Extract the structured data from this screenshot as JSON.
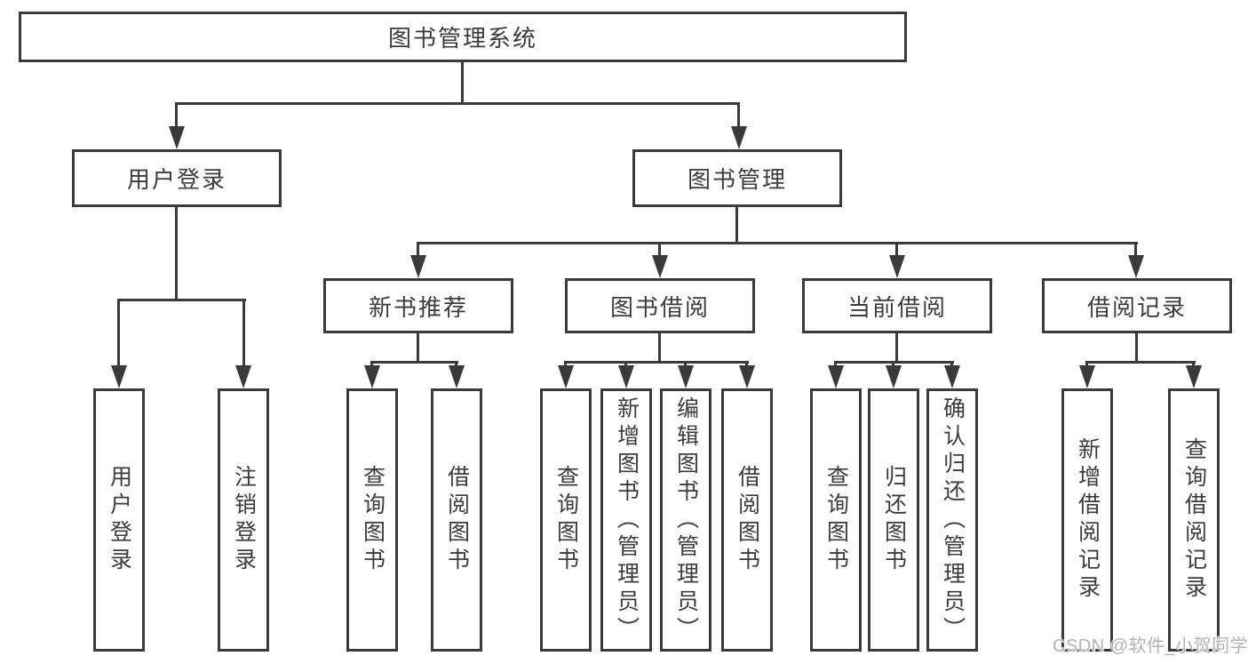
{
  "diagram_type": "hierarchy-tree",
  "colors": {
    "line": "#3a3a3a",
    "text": "#3c3c3c",
    "watermark": "#b3b3b3",
    "bg": "#ffffff"
  },
  "watermark": {
    "text": "CSDN @软件_小贺同学"
  },
  "tree": {
    "label": "图书管理系统",
    "children": [
      {
        "label": "用户登录",
        "children": [
          {
            "label": "用户登录"
          },
          {
            "label": "注销登录"
          }
        ]
      },
      {
        "label": "图书管理",
        "children": [
          {
            "label": "新书推荐",
            "children": [
              {
                "label": "查询图书"
              },
              {
                "label": "借阅图书"
              }
            ]
          },
          {
            "label": "图书借阅",
            "children": [
              {
                "label": "查询图书"
              },
              {
                "label": "新增图书（管理员）"
              },
              {
                "label": "编辑图书（管理员）"
              },
              {
                "label": "借阅图书"
              }
            ]
          },
          {
            "label": "当前借阅",
            "children": [
              {
                "label": "查询图书"
              },
              {
                "label": "归还图书"
              },
              {
                "label": "确认归还（管理员）"
              }
            ]
          },
          {
            "label": "借阅记录",
            "children": [
              {
                "label": "新增借阅记录"
              },
              {
                "label": "查询借阅记录"
              }
            ]
          }
        ]
      }
    ]
  }
}
